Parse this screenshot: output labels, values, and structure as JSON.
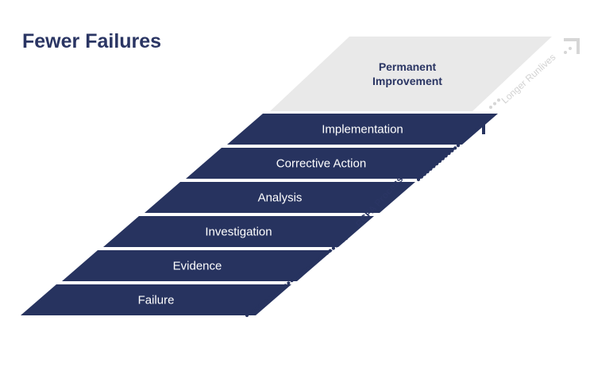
{
  "title": "Fewer Failures",
  "steps": [
    {
      "label": "Failure"
    },
    {
      "label": "Evidence"
    },
    {
      "label": "Investigation"
    },
    {
      "label": "Analysis"
    },
    {
      "label": "Corrective Action"
    },
    {
      "label": "Implementation"
    }
  ],
  "top": {
    "line1": "Permanent",
    "line2": "Improvement"
  },
  "rcfa_label": "RCFA Process",
  "runlives_label": "Longer Runlives",
  "colors": {
    "step": "#27335f",
    "top": "#e9e9e9",
    "title": "#2a3563",
    "arrow": "#27335f",
    "arrow_light": "#d6d6d6"
  }
}
